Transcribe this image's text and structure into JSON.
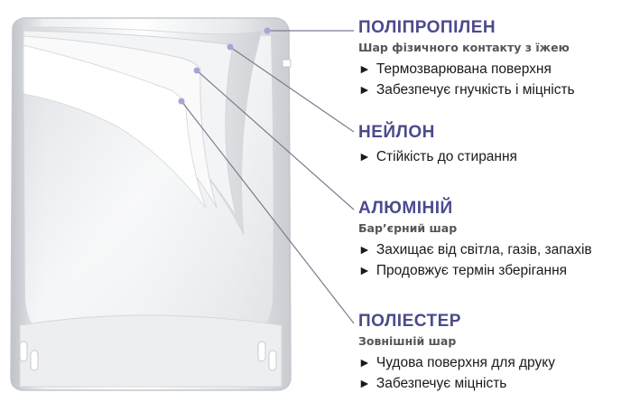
{
  "bullet_marker": "►",
  "colors": {
    "title": "#4b4a8c",
    "subtitle": "#555555",
    "leader_line": "#7b7b8f",
    "dot": "#a9a3d6"
  },
  "layers": [
    {
      "title": "ПОЛІПРОПІЛЕН",
      "subtitle": "Шар фізичного контакту з їжею",
      "bullets": [
        "Термозварювана поверхня",
        "Забезпечує гнучкість і міцність"
      ]
    },
    {
      "title": "НЕЙЛОН",
      "subtitle": "",
      "bullets": [
        "Стійкість до стирання"
      ]
    },
    {
      "title": "АЛЮМІНІЙ",
      "subtitle": "Бар’єрний шар",
      "bullets": [
        "Захищає від світла, газів, запахів",
        "Продовжує термін зберігання"
      ]
    },
    {
      "title": "ПОЛІЕСТЕР",
      "subtitle": "Зовнішній шар",
      "bullets": [
        "Чудова поверхня для друку",
        "Забезпечує міцність"
      ]
    }
  ]
}
